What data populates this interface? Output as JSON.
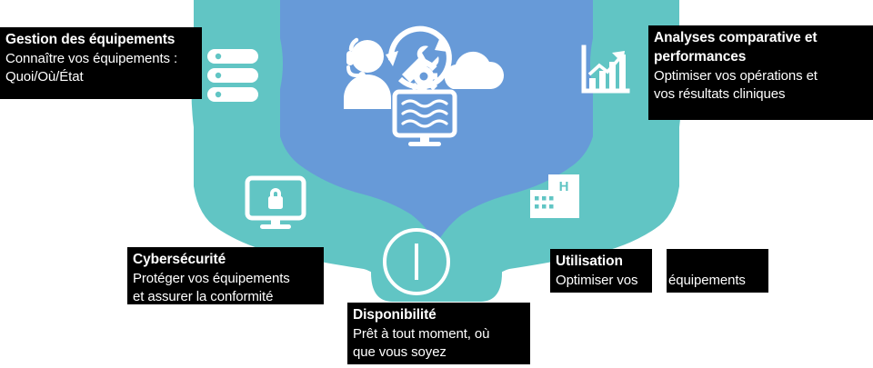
{
  "palette": {
    "teal": "#61c5c4",
    "blue": "#679ad8",
    "icon_white": "#ffffff",
    "callout_bg": "#000000",
    "callout_text": "#ffffff",
    "page_bg": "#ffffff"
  },
  "callouts": [
    {
      "id": "gestion",
      "title": "Gestion des équipements",
      "subtitle_line1": "Connaître vos équipements :",
      "subtitle_line2": "Quoi/Où/État"
    },
    {
      "id": "analyses",
      "title_line1": "Analyses comparative et",
      "title_line2": "performances",
      "subtitle_line1": "Optimiser vos opérations et",
      "subtitle_line2": "vos résultats cliniques"
    },
    {
      "id": "cybersecurite",
      "title": "Cybersécurité",
      "subtitle_line1": "Protéger vos équipements",
      "subtitle_line2": "et assurer la conformité"
    },
    {
      "id": "disponibilite",
      "title": "Disponibilité",
      "subtitle_line1": "Prêt à tout moment, où",
      "subtitle_line2": "que vous soyez"
    },
    {
      "id": "utilisation",
      "title": "Utilisation",
      "subtitle_part1": "Optimiser vos",
      "subtitle_part2": "équipements"
    }
  ],
  "icons": {
    "server": "server-rack-icon",
    "chart": "bar-chart-growth-icon",
    "monitor_lock": "monitor-lock-icon",
    "hospital": "hospital-building-icon",
    "power": "power-circle-icon",
    "agent": "support-agent-icon",
    "maintenance": "gear-wrench-cycle-icon",
    "cloud": "cloud-icon",
    "waveform": "monitor-waveform-icon"
  },
  "hospital_label": "H"
}
